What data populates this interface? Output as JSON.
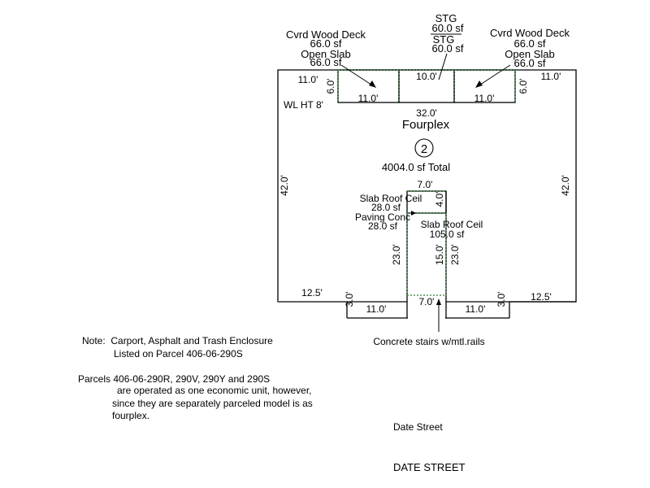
{
  "sketch": {
    "stg_top_label": "STG",
    "stg_top_area": "60.0 sf",
    "stg_bottom_label": "STG",
    "stg_bottom_area": "60.0 sf",
    "deck_left_label": "Cvrd Wood Deck",
    "deck_left_area": "66.0 sf",
    "slab_left_label": "Open Slab",
    "slab_left_area": "66.0 sf",
    "deck_right_label": "Cvrd Wood Deck",
    "deck_right_area": "66.0 sf",
    "slab_right_label": "Open Slab",
    "slab_right_area": "66.0 sf",
    "wall_height": "WL HT 8'",
    "building_name": "Fourplex",
    "story_count": "2",
    "total_area": "4004.0 sf  Total",
    "slab_roof_ceil_a_label": "Slab Roof Ceil",
    "slab_roof_ceil_a_area": "28.0 sf",
    "paving_conc_label": "Paving Conc",
    "paving_conc_area": "28.0 sf",
    "slab_roof_ceil_b_label": "Slab Roof Ceil",
    "slab_roof_ceil_b_area": "105.0 sf",
    "stairs_label": "Concrete stairs w/mtl.rails",
    "dims": {
      "top_left": "11.0'",
      "top_right": "11.0'",
      "deck_left_depth": "6.0'",
      "deck_right_depth": "6.0'",
      "deck_left_width": "11.0'",
      "deck_right_width": "11.0'",
      "stg_width": "10.0'",
      "front_width": "32.0'",
      "left_side": "42.0'",
      "right_side": "42.0'",
      "notch_top": "7.0'",
      "notch_depth": "4.0'",
      "corridor_left": "23.0'",
      "corridor_mid": "15.0'",
      "corridor_right": "23.0'",
      "bottom_left": "12.5'",
      "bottom_right": "12.5'",
      "jog_left": "3.0'",
      "jog_right": "3.0'",
      "wing_left": "11.0'",
      "wing_right": "11.0'",
      "stairs_width": "7.0'"
    }
  },
  "notes": {
    "note1_line1": "Note:  Carport, Asphalt and Trash Enclosure",
    "note1_line2": "Listed on Parcel 406-06-290S",
    "note2_line1": "Parcels 406-06-290R, 290V, 290Y and 290S",
    "note2_line2": "are operated as one economic unit, however,",
    "note2_line3": "since they are separately parceled model is as",
    "note2_line4": "fourplex.",
    "street1": "Date Street",
    "street2": "DATE STREET"
  },
  "colors": {
    "outline": "#000000",
    "subarea_green": "#2e7d32"
  }
}
